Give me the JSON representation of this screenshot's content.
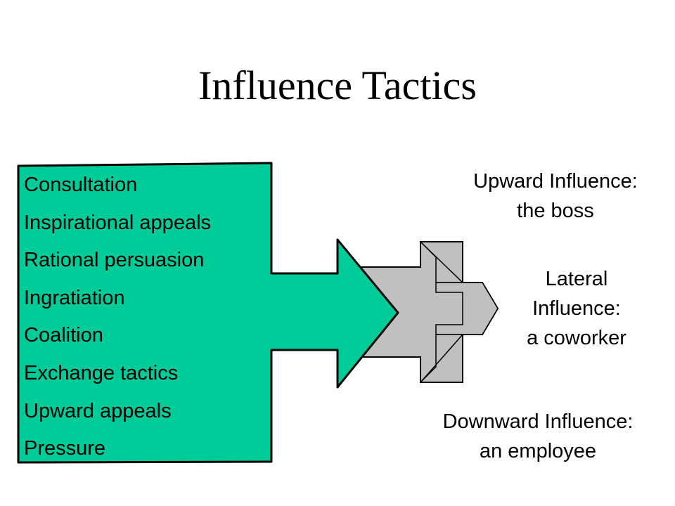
{
  "title": "Influence Tactics",
  "tactics": [
    "Consultation",
    "Inspirational appeals",
    "Rational persuasion",
    "Ingratiation",
    "Coalition",
    "Exchange tactics",
    "Upward appeals",
    "Pressure"
  ],
  "targets": {
    "upward": {
      "line1": "Upward Influence:",
      "line2": "the boss"
    },
    "lateral": {
      "line1": "Lateral",
      "line2": "Influence:",
      "line3": "a coworker"
    },
    "downward": {
      "line1": "Downward Influence:",
      "line2": "an employee"
    }
  },
  "colors": {
    "tactics_fill": "#00CC99",
    "splitter_fill": "#C0C0C0",
    "outline": "#000000"
  }
}
